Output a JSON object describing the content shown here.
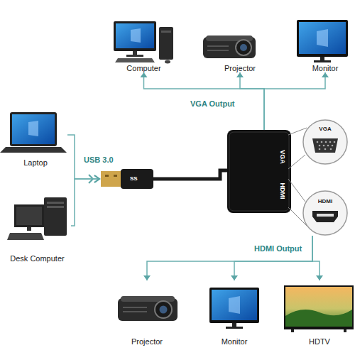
{
  "diagram": {
    "nodes": [
      {
        "text": [
          "Computer"
        ]
      },
      {
        "text": [
          "Projector"
        ]
      },
      {
        "text": [
          "Monitor"
        ]
      },
      {
        "text": [
          "Laptop"
        ]
      },
      {
        "text": [
          "Desk Computer"
        ]
      },
      {
        "text": [
          "VGA",
          "HDMI"
        ]
      },
      {
        "text": [
          "VGA"
        ]
      },
      {
        "text": [
          "HDMI"
        ]
      },
      {
        "text": [
          "Projector"
        ]
      },
      {
        "text": [
          "Monitor"
        ]
      },
      {
        "text": [
          "HDTV"
        ]
      }
    ],
    "edges": [
      {
        "from": 5,
        "to": 0,
        "arrow": "to"
      },
      {
        "from": 5,
        "to": 1,
        "arrow": "to"
      },
      {
        "from": 5,
        "to": 2,
        "arrow": "to"
      },
      {
        "from": 3,
        "to": 5,
        "arrow": "to"
      },
      {
        "from": 4,
        "to": 5,
        "arrow": "to"
      },
      {
        "from": 7,
        "to": 8,
        "arrow": "to"
      },
      {
        "from": 7,
        "to": 9,
        "arrow": "to"
      },
      {
        "from": 7,
        "to": 10,
        "arrow": "to"
      }
    ],
    "labels": [
      "VGA Output",
      "USB 3.0",
      "SS",
      "HDMI Output"
    ]
  }
}
